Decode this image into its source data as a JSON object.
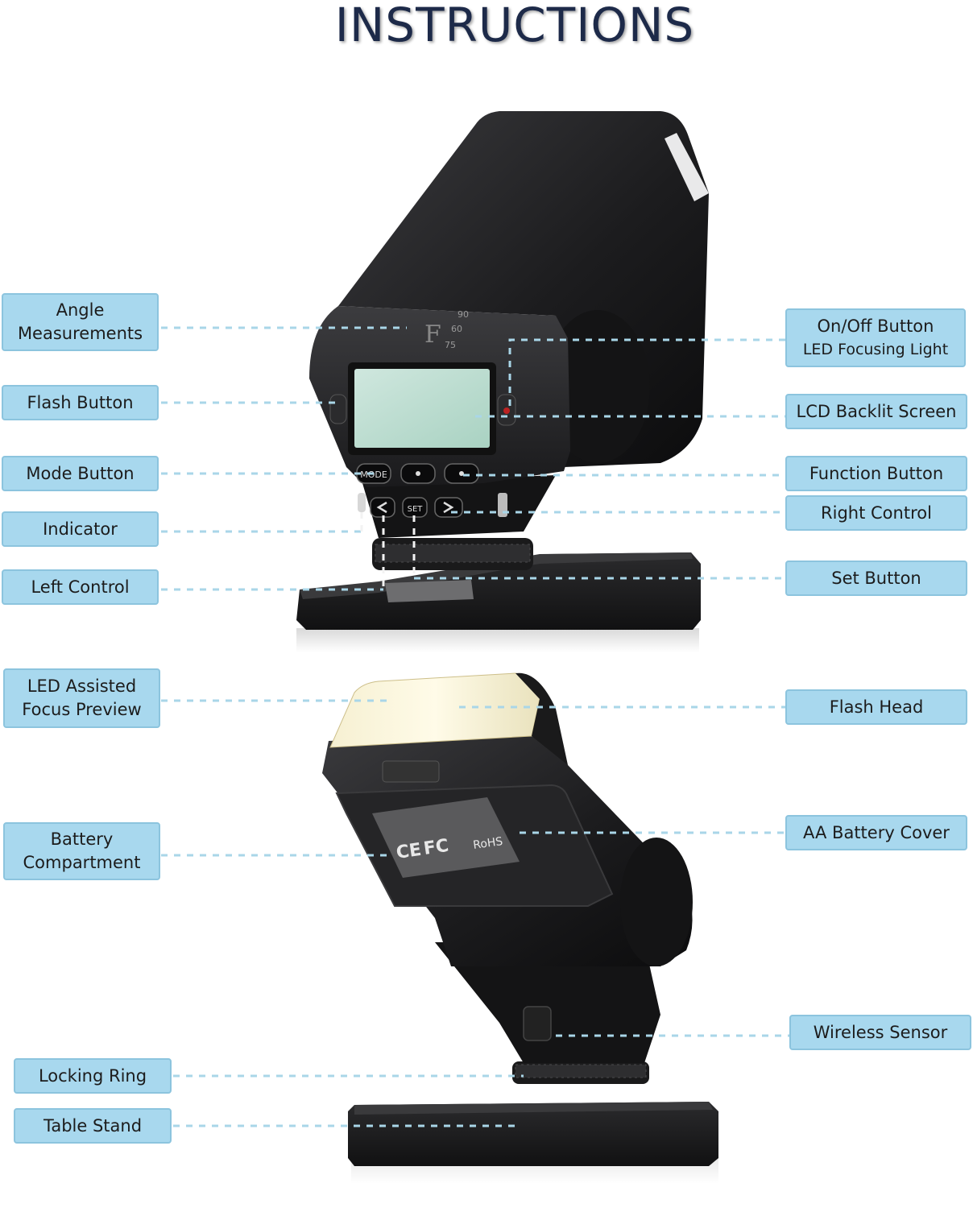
{
  "title": "INSTRUCTIONS",
  "colors": {
    "callout_fill": "#a8d8ee",
    "callout_border": "#8cc4de",
    "title_text": "#1d2a49",
    "device_body": "#1e1e20",
    "lcd": "#bfe0d2",
    "leader_line": "#a9d6e8"
  },
  "labels": {
    "angle_measurements": [
      "Angle",
      "Measurements"
    ],
    "flash_button": "Flash Button",
    "mode_button": "Mode Button",
    "indicator": "Indicator",
    "left_control": "Left Control",
    "on_off_button": [
      "On/Off Button",
      "LED Focusing Light"
    ],
    "lcd_backlit_screen": "LCD Backlit Screen",
    "function_button": "Function Button",
    "right_control": "Right Control",
    "set_button": "Set Button",
    "led_assisted_focus_preview": [
      "LED Assisted",
      "Focus Preview"
    ],
    "battery_compartment": [
      "Battery",
      "Compartment"
    ],
    "flash_head": "Flash Head",
    "aa_battery_cover": "AA Battery Cover",
    "wireless_sensor": "Wireless Sensor",
    "locking_ring": "Locking Ring",
    "table_stand": "Table Stand"
  },
  "device": {
    "buttons": {
      "mode": "MODE",
      "set": "SET"
    },
    "angle_marks": [
      "F",
      "90",
      "60",
      "75"
    ],
    "certifications": [
      "CE",
      "FC",
      "RoHS"
    ]
  }
}
